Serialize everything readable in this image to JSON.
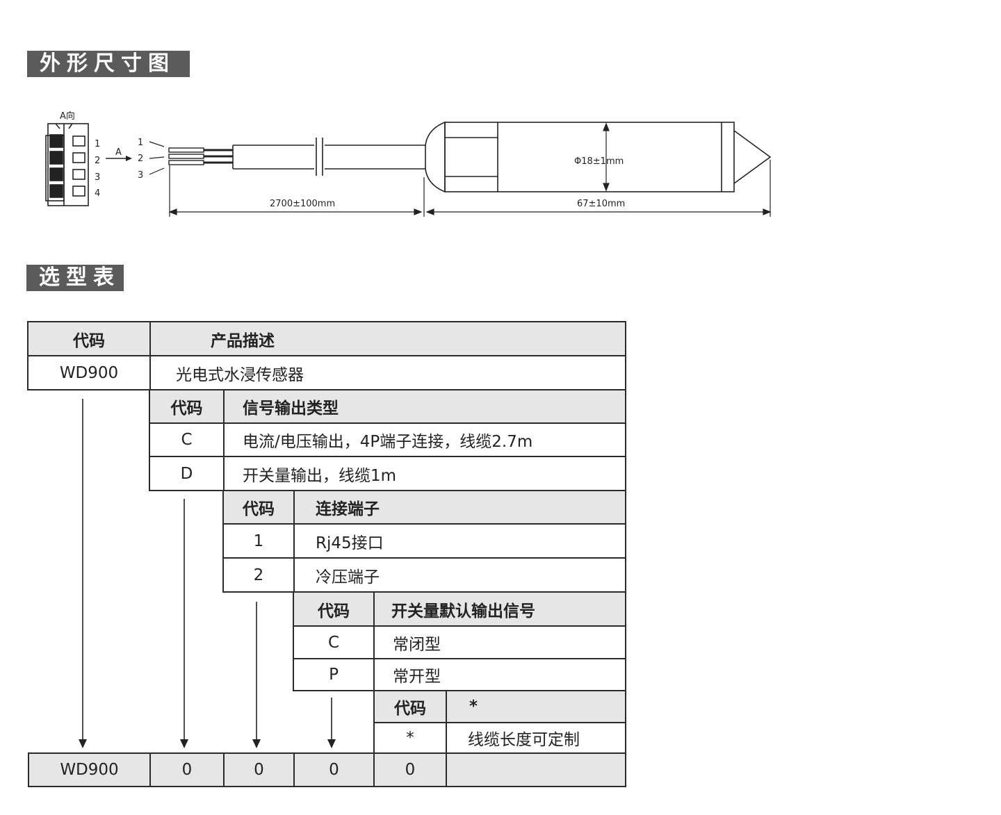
{
  "titles": {
    "dimension": "外形尺寸图",
    "selection": "选型表"
  },
  "drawing": {
    "view_label": "A向",
    "pin_numbers": [
      "1",
      "2",
      "3",
      "4"
    ],
    "arrow_label": "A",
    "wire_numbers": [
      "1",
      "2",
      "3"
    ],
    "diameter": "Φ18±1mm",
    "cable_length": "2700±100mm",
    "probe_length": "67±10mm"
  },
  "table": {
    "code_header": "代码",
    "product": {
      "desc_header": "产品描述",
      "code": "WD900",
      "desc": "光电式水浸传感器"
    },
    "signal": {
      "header": "信号输出类型",
      "rows": [
        {
          "code": "C",
          "desc": "电流/电压输出，4P端子连接，线缆2.7m"
        },
        {
          "code": "D",
          "desc": "开关量输出，线缆1m"
        }
      ]
    },
    "terminal": {
      "header": "连接端子",
      "rows": [
        {
          "code": "1",
          "desc": "Rj45接口"
        },
        {
          "code": "2",
          "desc": "冷压端子"
        }
      ]
    },
    "switch": {
      "header": "开关量默认输出信号",
      "rows": [
        {
          "code": "C",
          "desc": "常闭型"
        },
        {
          "code": "P",
          "desc": "常开型"
        }
      ]
    },
    "cable": {
      "header": "*",
      "rows": [
        {
          "code": "*",
          "desc": "线缆长度可定制"
        }
      ]
    },
    "result": [
      "WD900",
      "0",
      "0",
      "0",
      "0",
      ""
    ]
  }
}
